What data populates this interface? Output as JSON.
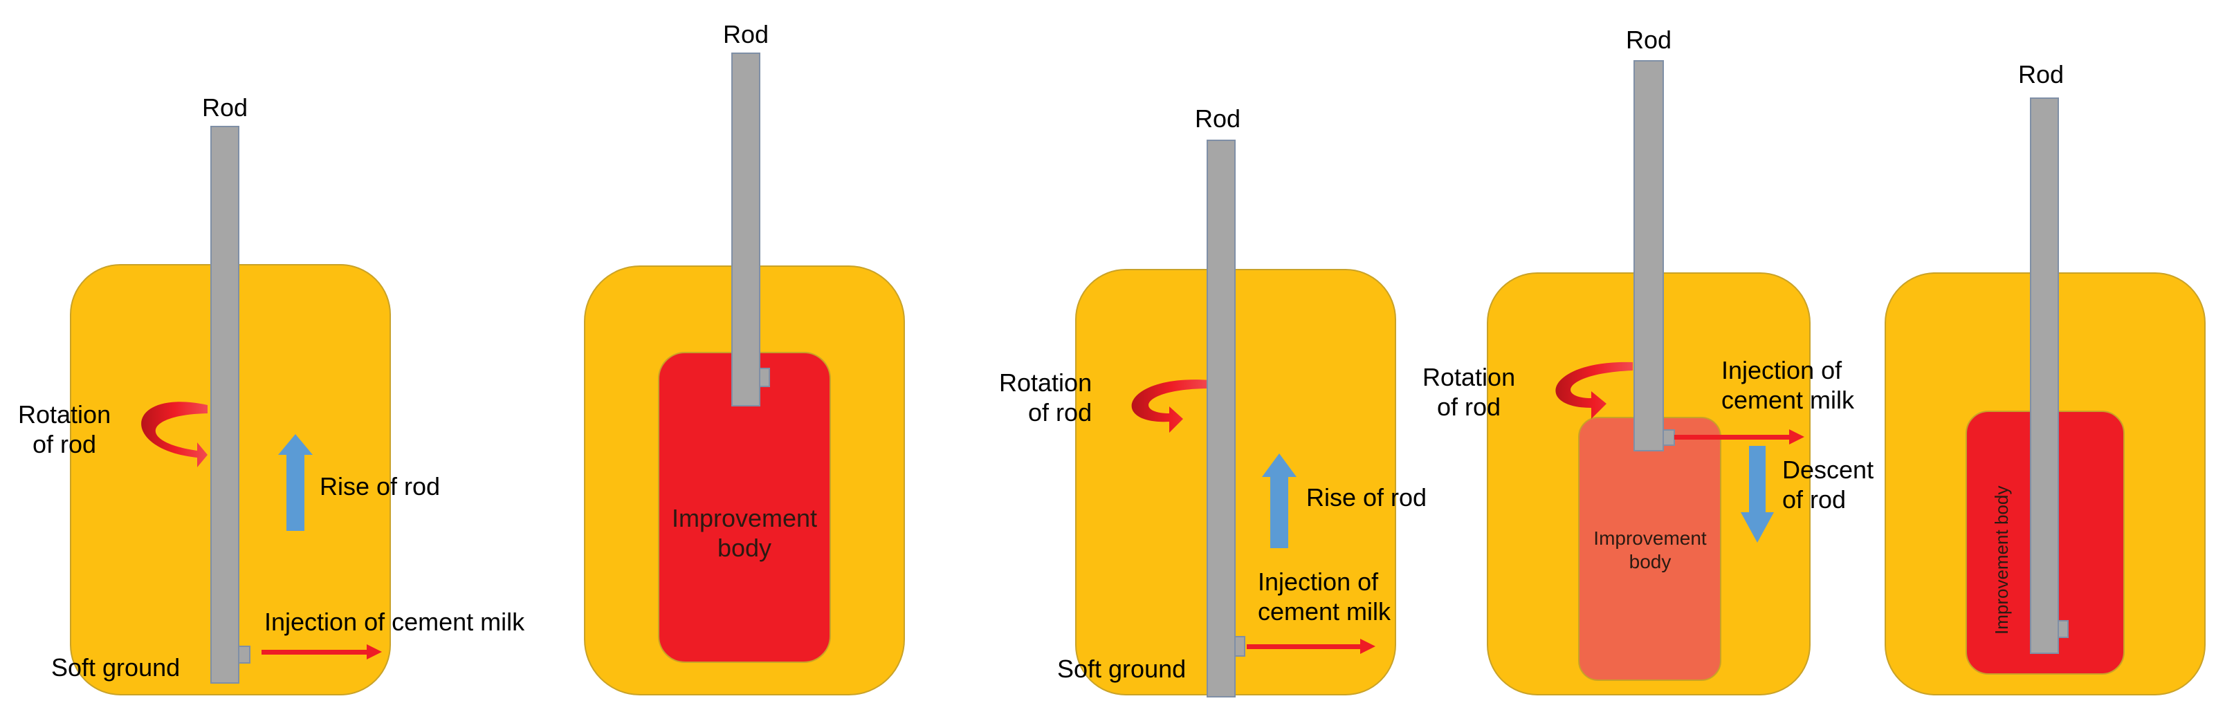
{
  "panels": [
    {
      "rod": "Rod",
      "rotation": "Rotation\nof rod",
      "rise": "Rise of rod",
      "injection": "Injection of cement milk",
      "ground": "Soft ground"
    },
    {
      "rod": "Rod",
      "body": "Improvement\nbody"
    },
    {
      "rod": "Rod",
      "rotation": "Rotation\nof rod",
      "rise": "Rise of rod",
      "injection": "Injection of\ncement milk",
      "ground": "Soft ground"
    },
    {
      "rod": "Rod",
      "rotation": "Rotation\nof rod",
      "injection": "Injection of\ncement milk",
      "descent": "Descent\nof rod",
      "body": "Improvement\nbody"
    },
    {
      "rod": "Rod",
      "body": "Improvement body"
    }
  ],
  "colors": {
    "ground": "#FDBF10",
    "ground_edge": "#C9A227",
    "body": "#EE1C25",
    "body_light": "#F0674B",
    "rod": "#A6A6A6",
    "rod_edge": "#7F8FA6",
    "motion_arrow": "#5B9BD5",
    "injection_arrow": "#EE1C25",
    "rotation_arrow": "#EE1C25"
  }
}
